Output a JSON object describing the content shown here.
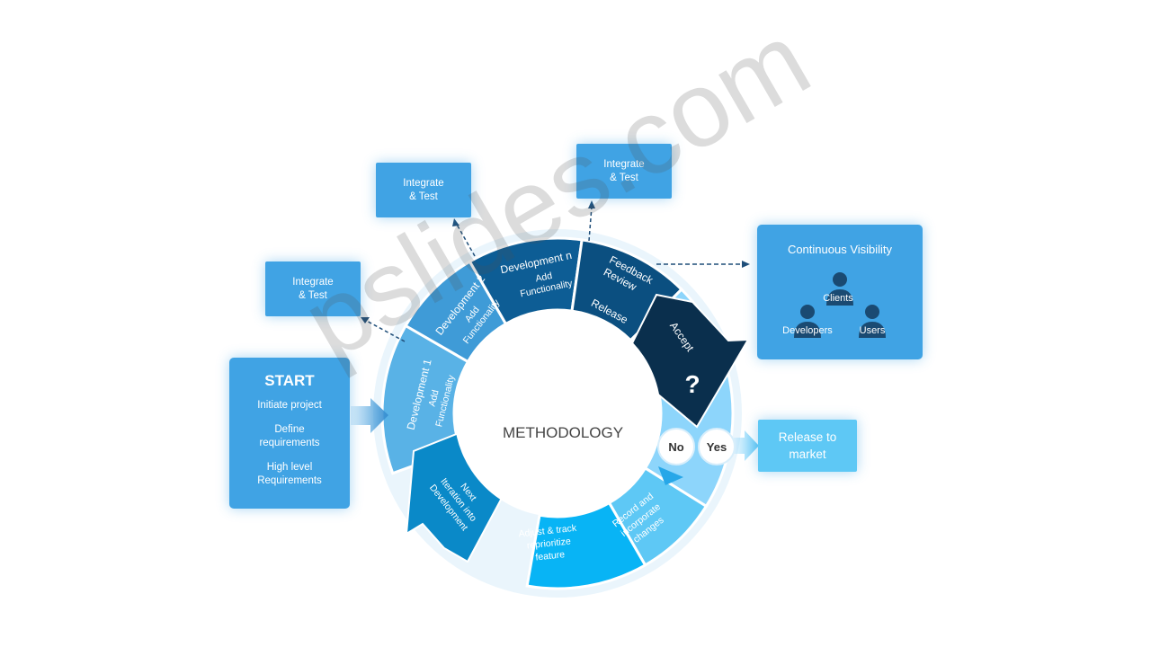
{
  "center_label": "METHODOLOGY",
  "integrate_boxes": [
    {
      "line1": "Integrate",
      "line2": "& Test"
    },
    {
      "line1": "Integrate",
      "line2": "& Test"
    },
    {
      "line1": "Integrate",
      "line2": "& Test"
    }
  ],
  "start": {
    "title": "START",
    "lines": [
      "Initiate project",
      "Define requirements",
      "High level Requirements"
    ]
  },
  "visibility": {
    "title": "Continuous Visibility",
    "people": [
      "Clients",
      "Developers",
      "Users"
    ]
  },
  "release_box": {
    "line1": "Release to",
    "line2": "market"
  },
  "decision": {
    "no": "No",
    "yes": "Yes",
    "question": "?"
  },
  "ring": {
    "dev1": {
      "title": "Development  1",
      "sub1": "Add",
      "sub2": "Functionality"
    },
    "dev2": {
      "title": "Development  2",
      "sub1": "Add",
      "sub2": "Functionality"
    },
    "devn": {
      "title": "Development  n",
      "sub1": "Add",
      "sub2": "Functionality"
    },
    "feedback": {
      "line1": "Feedback",
      "line2": "Review",
      "line3": "Release"
    },
    "accept": "Accept",
    "record": {
      "line1": "Record and",
      "line2": "incorporate",
      "line3": "changes"
    },
    "adjust": {
      "line1": "Adjust & track",
      "line2": "reprioritize",
      "line3": "feature"
    },
    "next": {
      "line1": "Next",
      "line2": "Iteration into",
      "line3": "Development"
    }
  },
  "watermark": "pslides.com",
  "colors": {
    "box": "#40a3e4",
    "dev1": "#59b2e6",
    "dev2": "#3f9bd7",
    "devn": "#0d5d95",
    "feedback": "#0b4f80",
    "accept": "#0a2f4d",
    "light_sector": "#8dd5fb",
    "record": "#5ec8f5",
    "adjust": "#08b4f5",
    "next": "#0a89c8",
    "release": "#5ec8f5"
  }
}
